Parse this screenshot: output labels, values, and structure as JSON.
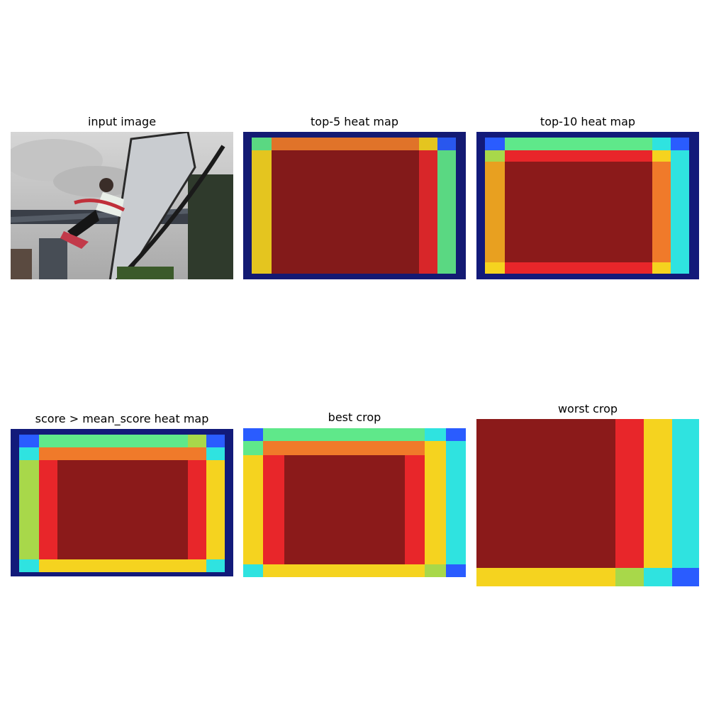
{
  "figure": {
    "panels": [
      {
        "id": "input",
        "title": "input image"
      },
      {
        "id": "top5",
        "title": "top-5 heat map"
      },
      {
        "id": "top10",
        "title": "top-10 heat map"
      },
      {
        "id": "mean",
        "title": "score > mean_score heat map"
      },
      {
        "id": "best",
        "title": "best crop"
      },
      {
        "id": "worst",
        "title": "worst crop"
      }
    ]
  },
  "colors": {
    "dark_red": "#8b1a1a",
    "red": "#e8262a",
    "orange": "#f07a2a",
    "yellow": "#f5d31f",
    "yellow_green": "#a8d84a",
    "green": "#5fe88a",
    "cyan": "#2fe3e0",
    "blue": "#2a5cff",
    "navy": "#121a7a"
  }
}
